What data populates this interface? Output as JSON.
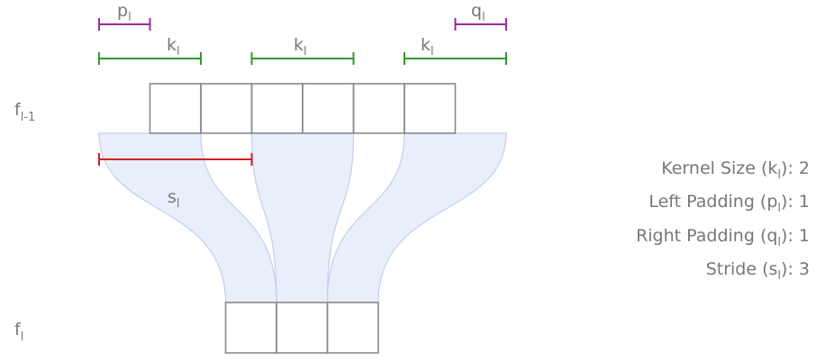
{
  "colors": {
    "cell_stroke": "#8a8a8a",
    "padding_bracket": "#9b2a9b",
    "kernel_bracket": "#2e9a2e",
    "stride_bracket": "#cc2222",
    "region_fill": "#e7edfa",
    "region_stroke": "#c3cdf0",
    "text": "#777777"
  },
  "labels": {
    "p": {
      "base": "p",
      "sub": "l"
    },
    "q": {
      "base": "q",
      "sub": "l"
    },
    "k": {
      "base": "k",
      "sub": "l"
    },
    "s": {
      "base": "s",
      "sub": "l"
    },
    "input_row": {
      "base": "f",
      "sub": "l-1"
    },
    "output_row": {
      "base": "f",
      "sub": "l"
    }
  },
  "legend": [
    {
      "prefix": "Kernel Size (",
      "sym": "k",
      "sub": "l",
      "suffix": "): 2"
    },
    {
      "prefix": "Left Padding (",
      "sym": "p",
      "sub": "l",
      "suffix": "): 1"
    },
    {
      "prefix": "Right Padding (",
      "sym": "q",
      "sub": "l",
      "suffix": "): 1"
    },
    {
      "prefix": "Stride (",
      "sym": "s",
      "sub": "l",
      "suffix": "): 3"
    }
  ],
  "conv": {
    "input_cells": 6,
    "output_cells": 3,
    "kernel_size": 2,
    "left_padding": 1,
    "right_padding": 1,
    "stride": 3
  }
}
